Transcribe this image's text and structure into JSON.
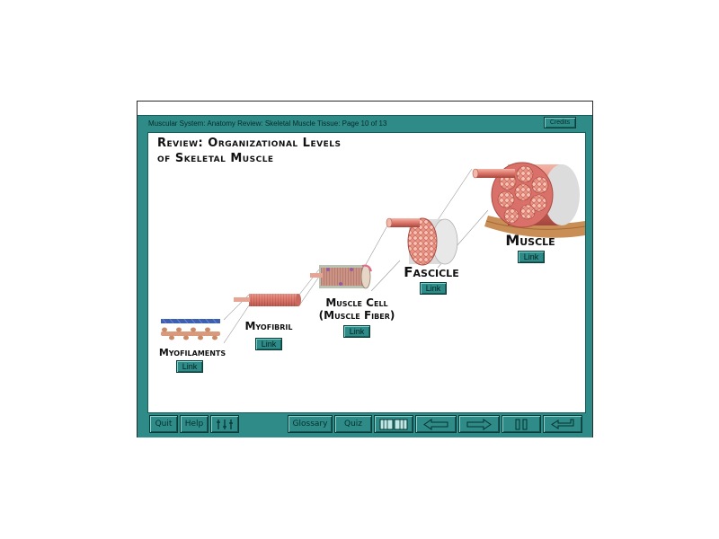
{
  "window": {
    "title": "Muscular System: Anatomy Review: Skeletal Muscle Tissue: Page 10 of 13",
    "credits_label": "Credits"
  },
  "slide": {
    "heading_line1": "Review: Organizational Levels",
    "heading_line2": "of Skeletal Muscle",
    "levels": [
      {
        "label": "Myofilaments",
        "link": "Link"
      },
      {
        "label": "Myofibril",
        "link": "Link"
      },
      {
        "label_line1": "Muscle Cell",
        "label_line2": "(Muscle Fiber)",
        "link": "Link"
      },
      {
        "label": "Fascicle",
        "link": "Link"
      },
      {
        "label": "Muscle",
        "link": "Link"
      }
    ]
  },
  "toolbar": {
    "quit": "Quit",
    "help": "Help",
    "glossary": "Glossary",
    "quiz": "Quiz",
    "icons": [
      "audio-settings-icon",
      "notebook-icon",
      "back-arrow-icon",
      "forward-arrow-icon",
      "pause-icon",
      "return-icon"
    ]
  },
  "colors": {
    "frame": "#2e8b88",
    "tissue": "#d9706a",
    "content_bg": "#ffffff"
  }
}
